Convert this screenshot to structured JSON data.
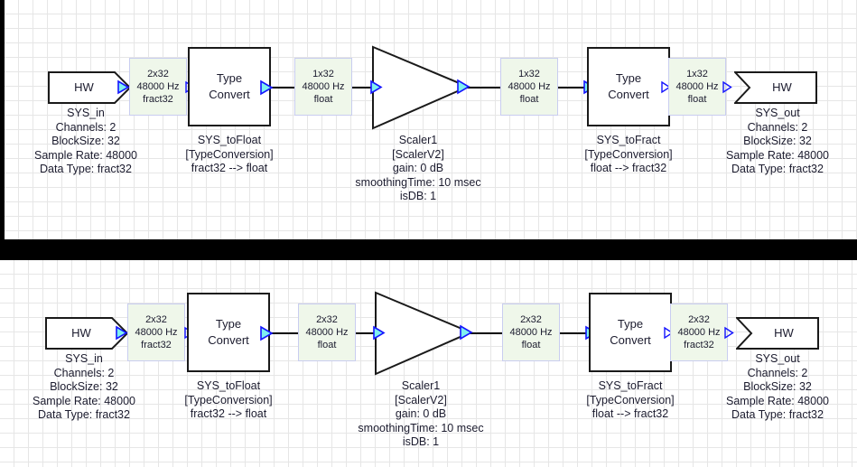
{
  "diagram": {
    "title": "Audio signal flow block diagram",
    "colors": {
      "signal_box_fill": "#eff7ea",
      "signal_box_border": "#c9cdf0",
      "block_border": "#1a1a1a",
      "text": "#1b1b2e",
      "port_fill": "#7ff0f0",
      "port_stroke": "#1414ff",
      "grid_line": "#e6e6e6",
      "divider": "#000000"
    },
    "panels": [
      {
        "id": "top",
        "nodes": {
          "sys_in": {
            "block_label": "HW",
            "name": "SYS_in",
            "props": [
              "Channels: 2",
              "BlockSize: 32",
              "Sample Rate: 48000",
              "Data Type: fract32"
            ]
          },
          "sys_tofloat": {
            "block_label_line1": "Type",
            "block_label_line2": "Convert",
            "name": "SYS_toFloat",
            "type": "[TypeConversion]",
            "conversion": "fract32 --> float"
          },
          "scaler": {
            "name": "Scaler1",
            "type": "[ScalerV2]",
            "props": [
              "gain: 0 dB",
              "smoothingTime: 10 msec",
              "isDB: 1"
            ]
          },
          "sys_tofract": {
            "block_label_line1": "Type",
            "block_label_line2": "Convert",
            "name": "SYS_toFract",
            "type": "[TypeConversion]",
            "conversion": "float --> fract32"
          },
          "sys_out": {
            "block_label": "HW",
            "name": "SYS_out",
            "props": [
              "Channels: 2",
              "BlockSize: 32",
              "Sample Rate: 48000",
              "Data Type: fract32"
            ]
          }
        },
        "signals": [
          {
            "id": "sig1",
            "dims": "2x32",
            "rate": "48000 Hz",
            "type": "fract32"
          },
          {
            "id": "sig2",
            "dims": "1x32",
            "rate": "48000 Hz",
            "type": "float"
          },
          {
            "id": "sig3",
            "dims": "1x32",
            "rate": "48000 Hz",
            "type": "float"
          },
          {
            "id": "sig4",
            "dims": "1x32",
            "rate": "48000 Hz",
            "type": "float"
          }
        ]
      },
      {
        "id": "bottom",
        "nodes": {
          "sys_in": {
            "block_label": "HW",
            "name": "SYS_in",
            "props": [
              "Channels: 2",
              "BlockSize: 32",
              "Sample Rate: 48000",
              "Data Type: fract32"
            ]
          },
          "sys_tofloat": {
            "block_label_line1": "Type",
            "block_label_line2": "Convert",
            "name": "SYS_toFloat",
            "type": "[TypeConversion]",
            "conversion": "fract32 --> float"
          },
          "scaler": {
            "name": "Scaler1",
            "type": "[ScalerV2]",
            "props": [
              "gain: 0 dB",
              "smoothingTime: 10 msec",
              "isDB: 1"
            ]
          },
          "sys_tofract": {
            "block_label_line1": "Type",
            "block_label_line2": "Convert",
            "name": "SYS_toFract",
            "type": "[TypeConversion]",
            "conversion": "float --> fract32"
          },
          "sys_out": {
            "block_label": "HW",
            "name": "SYS_out",
            "props": [
              "Channels: 2",
              "BlockSize: 32",
              "Sample Rate: 48000",
              "Data Type: fract32"
            ]
          }
        },
        "signals": [
          {
            "id": "sig1",
            "dims": "2x32",
            "rate": "48000 Hz",
            "type": "fract32"
          },
          {
            "id": "sig2",
            "dims": "2x32",
            "rate": "48000 Hz",
            "type": "float"
          },
          {
            "id": "sig3",
            "dims": "2x32",
            "rate": "48000 Hz",
            "type": "float"
          },
          {
            "id": "sig4",
            "dims": "2x32",
            "rate": "48000 Hz",
            "type": "fract32"
          }
        ]
      }
    ]
  }
}
